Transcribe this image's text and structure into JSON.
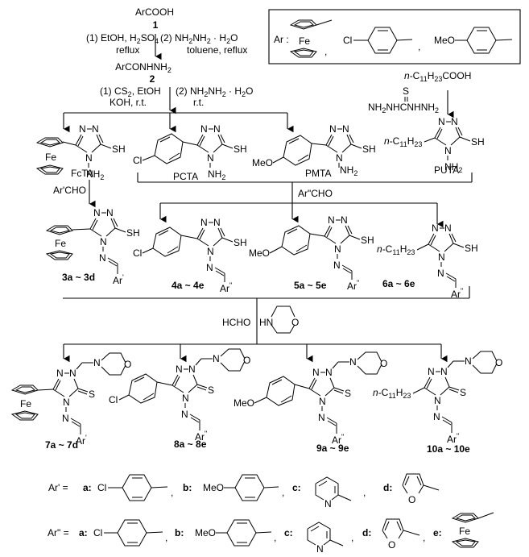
{
  "title": "Synthesis scheme of 1,2,4-triazole derivatives",
  "start": {
    "formula": "ArCOOH",
    "label": "1"
  },
  "step1": {
    "cond_left_1": "(1) EtOH, H",
    "cond_left_sub": "2",
    "cond_left_2": "SO",
    "cond_left_sub2": "4",
    "cond_left_3": "reflux",
    "cond_right_1": "(2) NH",
    "cond_right_2": "toluene, reflux"
  },
  "intermediate": {
    "formula": "ArCONHNH",
    "sub": "2",
    "label": "2"
  },
  "step2": {
    "cond_left_1": "(1) CS",
    "cond_left_2": ", EtOH",
    "cond_left_3": "KOH, r.t.",
    "cond_right_2": "r.t."
  },
  "ar_legend": {
    "label": "Ar :",
    "fe": "Fe",
    "cl": "Cl",
    "meo": "MeO"
  },
  "puta_route": {
    "acid": "n-C11H23COOH",
    "reagent_s": "S",
    "reagent": "NH2NHCNHNH2"
  },
  "triazoles": [
    {
      "label": "FcTA"
    },
    {
      "label": "PCTA"
    },
    {
      "label": "PMTA"
    },
    {
      "label": "PUTA"
    }
  ],
  "common": {
    "SH": "SH",
    "S": "S",
    "N": "N",
    "NH2": "NH",
    "O": "O",
    "HN": "HN",
    "Fe": "Fe",
    "Cl": "Cl",
    "MeO": "MeO",
    "Ar1": "Ar",
    "Ar2": "Ar"
  },
  "reagents": {
    "ar1cho": "Ar'CHO",
    "ar2cho": "Ar\"CHO",
    "hcho": "HCHO"
  },
  "schiff_bases": [
    {
      "label": "3a ~ 3d"
    },
    {
      "label": "4a ~ 4e"
    },
    {
      "label": "5a ~ 5e"
    },
    {
      "label": "6a ~ 6e"
    }
  ],
  "mannich_bases": [
    {
      "label": "7a ~ 7d"
    },
    {
      "label": "8a ~ 8e"
    },
    {
      "label": "9a ~ 9e"
    },
    {
      "label": "10a ~ 10e"
    }
  ],
  "ar1_def": {
    "label": "Ar' =",
    "items": [
      {
        "key": "a:",
        "name": "4-chlorophenyl"
      },
      {
        "key": "b:",
        "name": "4-methoxyphenyl"
      },
      {
        "key": "c:",
        "name": "2-pyridyl"
      },
      {
        "key": "d:",
        "name": "2-furyl"
      }
    ]
  },
  "ar2_def": {
    "label": "Ar\" =",
    "items": [
      {
        "key": "a:",
        "name": "4-chlorophenyl"
      },
      {
        "key": "b:",
        "name": "4-methoxyphenyl"
      },
      {
        "key": "c:",
        "name": "2-pyridyl"
      },
      {
        "key": "d:",
        "name": "2-furyl"
      },
      {
        "key": "e:",
        "name": "ferrocenyl"
      }
    ]
  }
}
